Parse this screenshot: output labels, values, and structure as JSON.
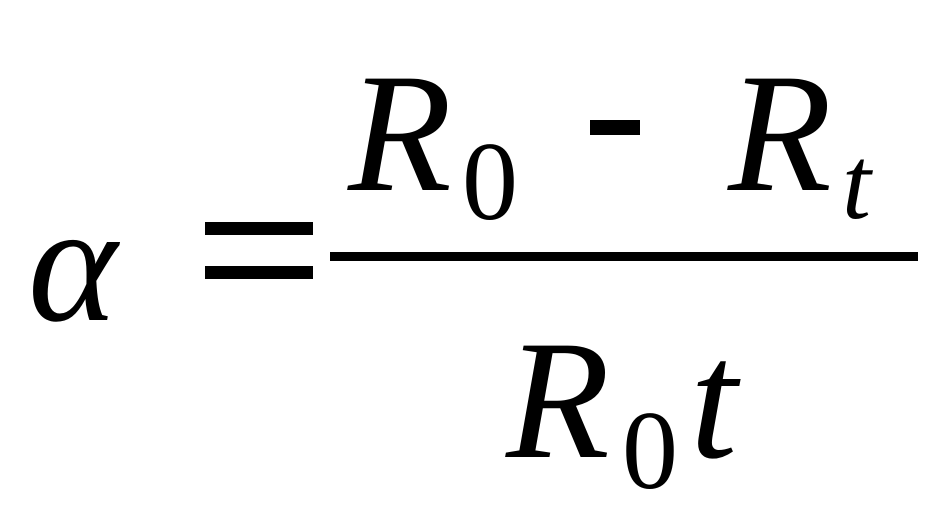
{
  "formula": {
    "lhs": "α",
    "numerator": {
      "r0_base": "R",
      "r0_sub": "0",
      "operator": "-",
      "rt_base": "R",
      "rt_sub": "t"
    },
    "denominator": {
      "r_base": "R",
      "r_sub": "0",
      "t": "t"
    }
  }
}
